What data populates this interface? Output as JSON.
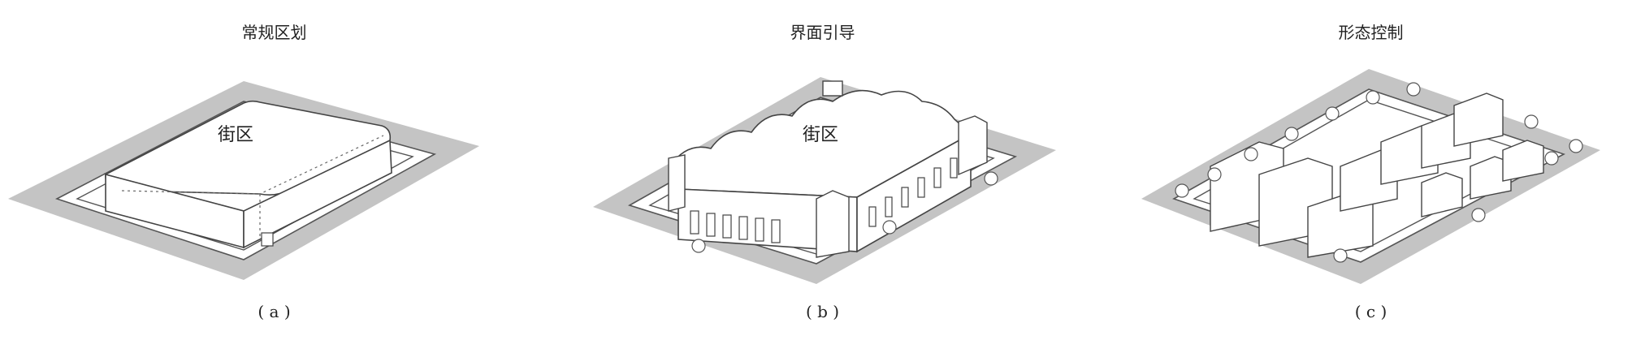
{
  "panels": [
    {
      "title": "常规区划",
      "block_label": "街区",
      "caption": "( a )"
    },
    {
      "title": "界面引导",
      "block_label": "街区",
      "caption": "( b )"
    },
    {
      "title": "形态控制",
      "caption": "( c )"
    }
  ],
  "colors": {
    "ground_shadow": "#bdbdbd",
    "outline": "#444444",
    "fill": "#ffffff"
  }
}
